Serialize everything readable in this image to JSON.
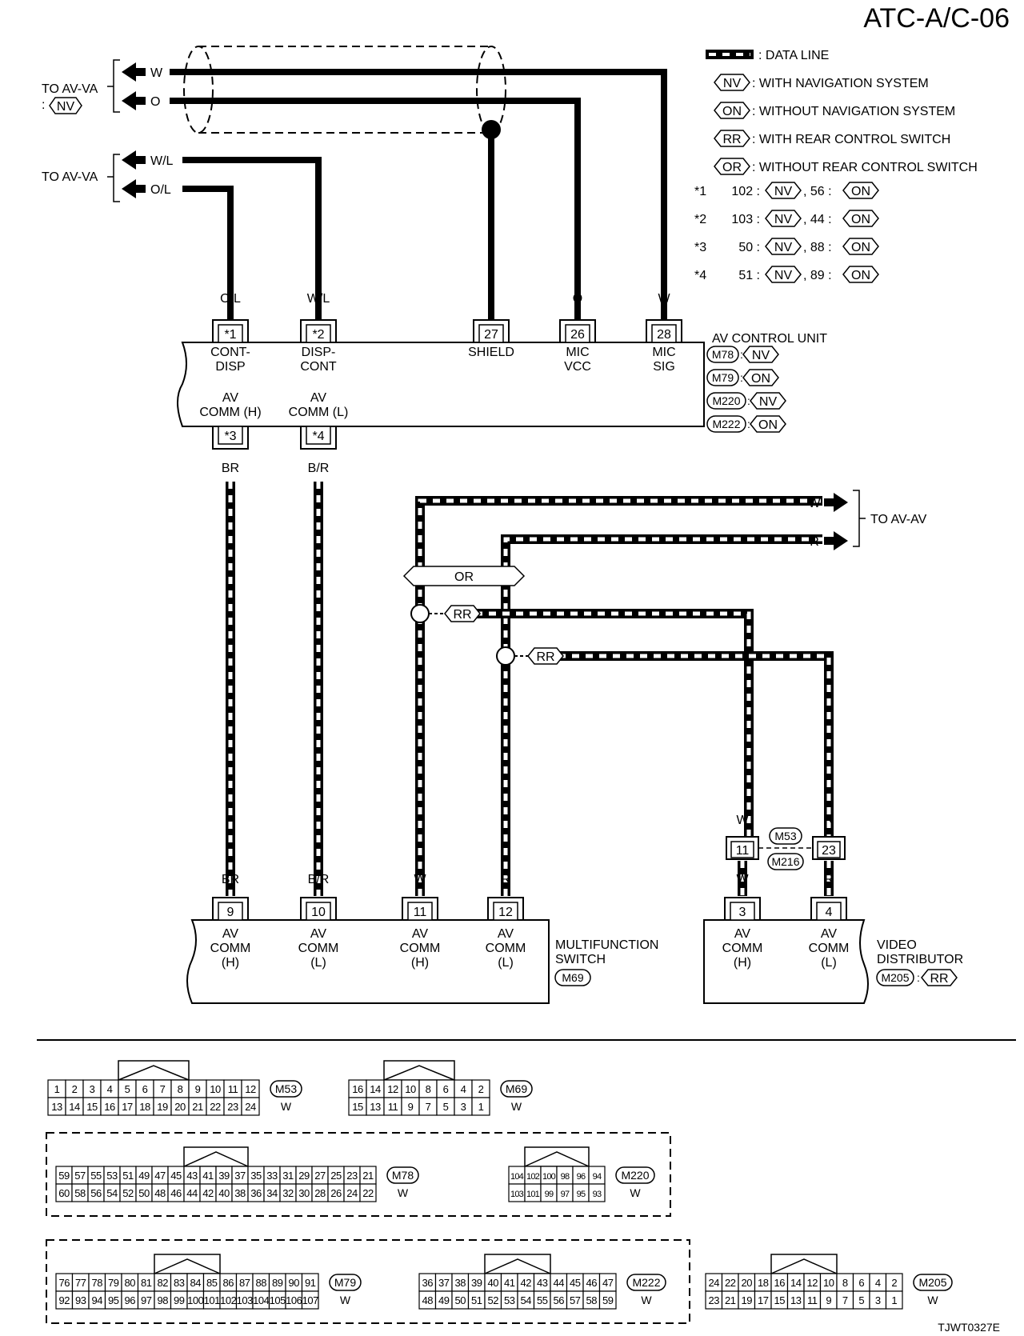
{
  "page_id": "ATC-A/C-06",
  "figure_code": "TJWT0327E",
  "legend": {
    "data_line": ": DATA LINE",
    "nv_tag": "NV",
    "nv_text": ": WITH NAVIGATION SYSTEM",
    "on_tag": "ON",
    "on_text": ": WITHOUT NAVIGATION SYSTEM",
    "rr_tag": "RR",
    "rr_text": ": WITH REAR CONTROL SWITCH",
    "or_tag": "OR",
    "or_text": ": WITHOUT REAR CONTROL SWITCH",
    "notes": [
      {
        "mark": "*1",
        "a": "102 :",
        "b": ", 56 :"
      },
      {
        "mark": "*2",
        "a": "103 :",
        "b": ", 44 :"
      },
      {
        "mark": "*3",
        "a": "50 :",
        "b": ", 88 :"
      },
      {
        "mark": "*4",
        "a": "51 :",
        "b": ", 89 :"
      }
    ]
  },
  "destinations": {
    "av_va_1": "TO AV-VA",
    "av_va_1_sub": ":",
    "av_va_2": "TO AV-VA",
    "av_av": "TO AV-AV"
  },
  "wires": {
    "w": "W",
    "o": "O",
    "wl": "W/L",
    "ol": "O/L",
    "br": "BR",
    "br2": "B/R",
    "r": "R"
  },
  "av_control_unit": {
    "name": "AV CONTROL UNIT",
    "connectors": [
      "M78",
      "M79",
      "M220",
      "M222"
    ],
    "conn_tags": [
      "NV",
      "ON",
      "NV",
      "ON"
    ],
    "pins_top": [
      {
        "pin": "*1",
        "wire": "O/L",
        "name1": "CONT-",
        "name2": "DISP"
      },
      {
        "pin": "*2",
        "wire": "W/L",
        "name1": "DISP-",
        "name2": "CONT"
      },
      {
        "pin": "27",
        "wire": "",
        "name1": "SHIELD",
        "name2": ""
      },
      {
        "pin": "26",
        "wire": "O",
        "name1": "MIC",
        "name2": "VCC"
      },
      {
        "pin": "28",
        "wire": "W",
        "name1": "MIC",
        "name2": "SIG"
      }
    ],
    "pins_bottom": [
      {
        "pin": "*3",
        "wire": "BR",
        "name1": "AV",
        "name2": "COMM (H)"
      },
      {
        "pin": "*4",
        "wire": "B/R",
        "name1": "AV",
        "name2": "COMM (L)"
      }
    ]
  },
  "multifunction_switch": {
    "name1": "MULTIFUNCTION",
    "name2": "SWITCH",
    "connector": "M69",
    "pins": [
      {
        "pin": "9",
        "wire": "BR",
        "name1": "AV",
        "name2": "COMM",
        "name3": "(H)"
      },
      {
        "pin": "10",
        "wire": "B/R",
        "name1": "AV",
        "name2": "COMM",
        "name3": "(L)"
      },
      {
        "pin": "11",
        "wire": "W",
        "name1": "AV",
        "name2": "COMM",
        "name3": "(H)"
      },
      {
        "pin": "12",
        "wire": "R",
        "name1": "AV",
        "name2": "COMM",
        "name3": "(L)"
      }
    ]
  },
  "video_distributor": {
    "name1": "VIDEO",
    "name2": "DISTRIBUTOR",
    "connector": "M205",
    "tag": "RR",
    "pins": [
      {
        "pin": "3",
        "wire": "W",
        "name1": "AV",
        "name2": "COMM",
        "name3": "(H)"
      },
      {
        "pin": "4",
        "wire": "R",
        "name1": "AV",
        "name2": "COMM",
        "name3": "(L)"
      }
    ]
  },
  "joint": {
    "c1": "M53",
    "c2": "M216",
    "pin_a": "11",
    "pin_b": "23"
  },
  "branch_tags": {
    "or": "OR",
    "rr": "RR"
  },
  "connectors": {
    "m53": {
      "id": "M53",
      "color": "W",
      "row1": [
        "1",
        "2",
        "3",
        "4",
        "5",
        "6",
        "7",
        "8",
        "9",
        "10",
        "11",
        "12"
      ],
      "row2": [
        "13",
        "14",
        "15",
        "16",
        "17",
        "18",
        "19",
        "20",
        "21",
        "22",
        "23",
        "24"
      ]
    },
    "m69": {
      "id": "M69",
      "color": "W",
      "row1": [
        "16",
        "14",
        "12",
        "10",
        "8",
        "6",
        "4",
        "2"
      ],
      "row2": [
        "15",
        "13",
        "11",
        "9",
        "7",
        "5",
        "3",
        "1"
      ]
    },
    "m78": {
      "id": "M78",
      "color": "W",
      "row1": [
        "59",
        "57",
        "55",
        "53",
        "51",
        "49",
        "47",
        "45",
        "43",
        "41",
        "39",
        "37",
        "35",
        "33",
        "31",
        "29",
        "27",
        "25",
        "23",
        "21"
      ],
      "row2": [
        "60",
        "58",
        "56",
        "54",
        "52",
        "50",
        "48",
        "46",
        "44",
        "42",
        "40",
        "38",
        "36",
        "34",
        "32",
        "30",
        "28",
        "26",
        "24",
        "22"
      ]
    },
    "m220": {
      "id": "M220",
      "color": "W",
      "row1": [
        "104",
        "102",
        "100",
        "98",
        "96",
        "94"
      ],
      "row2": [
        "103",
        "101",
        "99",
        "97",
        "95",
        "93"
      ]
    },
    "m79": {
      "id": "M79",
      "color": "W",
      "row1": [
        "76",
        "77",
        "78",
        "79",
        "80",
        "81",
        "82",
        "83",
        "84",
        "85",
        "86",
        "87",
        "88",
        "89",
        "90",
        "91"
      ],
      "row2": [
        "92",
        "93",
        "94",
        "95",
        "96",
        "97",
        "98",
        "99",
        "100",
        "101",
        "102",
        "103",
        "104",
        "105",
        "106",
        "107"
      ]
    },
    "m222": {
      "id": "M222",
      "color": "W",
      "row1": [
        "36",
        "37",
        "38",
        "39",
        "40",
        "41",
        "42",
        "43",
        "44",
        "45",
        "46",
        "47"
      ],
      "row2": [
        "48",
        "49",
        "50",
        "51",
        "52",
        "53",
        "54",
        "55",
        "56",
        "57",
        "58",
        "59"
      ]
    },
    "m205": {
      "id": "M205",
      "color": "W",
      "row1": [
        "24",
        "22",
        "20",
        "18",
        "16",
        "14",
        "12",
        "10",
        "8",
        "6",
        "4",
        "2"
      ],
      "row2": [
        "23",
        "21",
        "19",
        "17",
        "15",
        "13",
        "11",
        "9",
        "7",
        "5",
        "3",
        "1"
      ]
    }
  }
}
